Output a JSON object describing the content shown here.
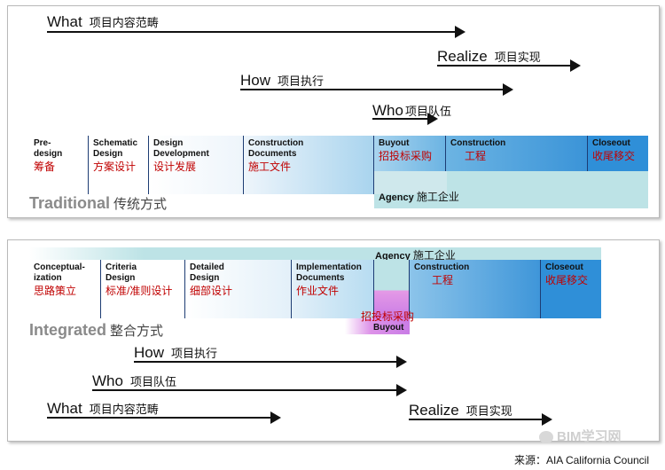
{
  "traditional": {
    "arrows": {
      "what": {
        "en": "What",
        "zh": "项目内容范畴"
      },
      "realize": {
        "en": "Realize",
        "zh": "项目实现"
      },
      "how": {
        "en": "How",
        "zh": "项目执行"
      },
      "who": {
        "en": "Who",
        "zh": "项目队伍"
      }
    },
    "phases": [
      {
        "en": "Pre-\ndesign",
        "zh": "筹备"
      },
      {
        "en": "Schematic\nDesign",
        "zh": "方案设计"
      },
      {
        "en": "Design\nDevelopment",
        "zh": "设计发展"
      },
      {
        "en": "Construction\nDocuments",
        "zh": "施工文件"
      },
      {
        "en": "Buyout",
        "zh": "招投标采购"
      },
      {
        "en": "Construction",
        "zh": "工程"
      },
      {
        "en": "Closeout",
        "zh": "收尾移交"
      }
    ],
    "agency": {
      "en": "Agency",
      "zh": "施工企业"
    },
    "label": {
      "en": "Traditional",
      "zh": "传统方式"
    }
  },
  "integrated": {
    "agency": {
      "en": "Agency",
      "zh": "施工企业"
    },
    "phases": [
      {
        "en": "Conceptual-\nization",
        "zh": "思路策立"
      },
      {
        "en": "Criteria\nDesign",
        "zh": "标准/准则设计"
      },
      {
        "en": "Detailed\nDesign",
        "zh": "细部设计"
      },
      {
        "en": "Implementation\nDocuments",
        "zh": "作业文件"
      },
      {
        "en": "Construction",
        "zh": "工程"
      },
      {
        "en": "Closeout",
        "zh": "收尾移交"
      }
    ],
    "buyout": {
      "zh": "招投标采购",
      "en": "Buyout"
    },
    "label": {
      "en": "Integrated",
      "zh": "整合方式"
    },
    "arrows": {
      "how": {
        "en": "How",
        "zh": "项目执行"
      },
      "who": {
        "en": "Who",
        "zh": "项目队伍"
      },
      "what": {
        "en": "What",
        "zh": "项目内容范畴"
      },
      "realize": {
        "en": "Realize",
        "zh": "项目实现"
      }
    }
  },
  "watermark": "BIM学习网",
  "source": "来源：AIA California Council"
}
